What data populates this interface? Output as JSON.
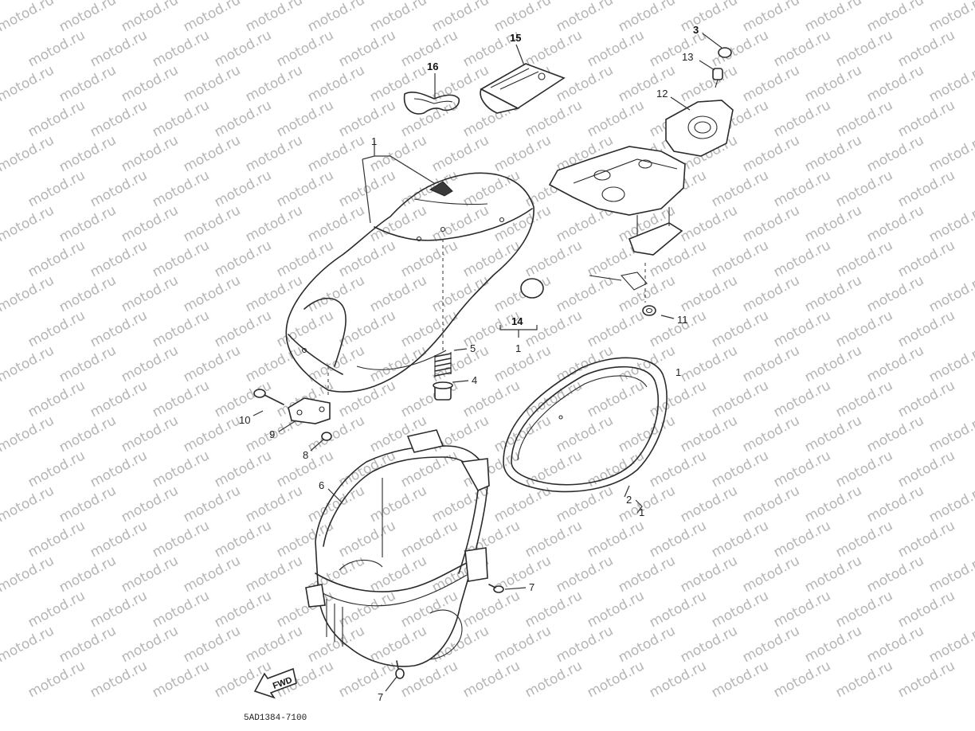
{
  "watermark": {
    "text": "motod.ru"
  },
  "callouts": {
    "c1a": "1",
    "c1b": "1",
    "c1c": "1",
    "c1d": "1",
    "c2": "2",
    "c3": "3",
    "c4": "4",
    "c5": "5",
    "c6": "6",
    "c7a": "7",
    "c7b": "7",
    "c8": "8",
    "c9": "9",
    "c10": "10",
    "c11": "11",
    "c12": "12",
    "c13": "13",
    "c14": "14",
    "c15": "15",
    "c16": "16"
  },
  "fwd_label": "FWD",
  "drawing_code": "5AD1384-7100"
}
